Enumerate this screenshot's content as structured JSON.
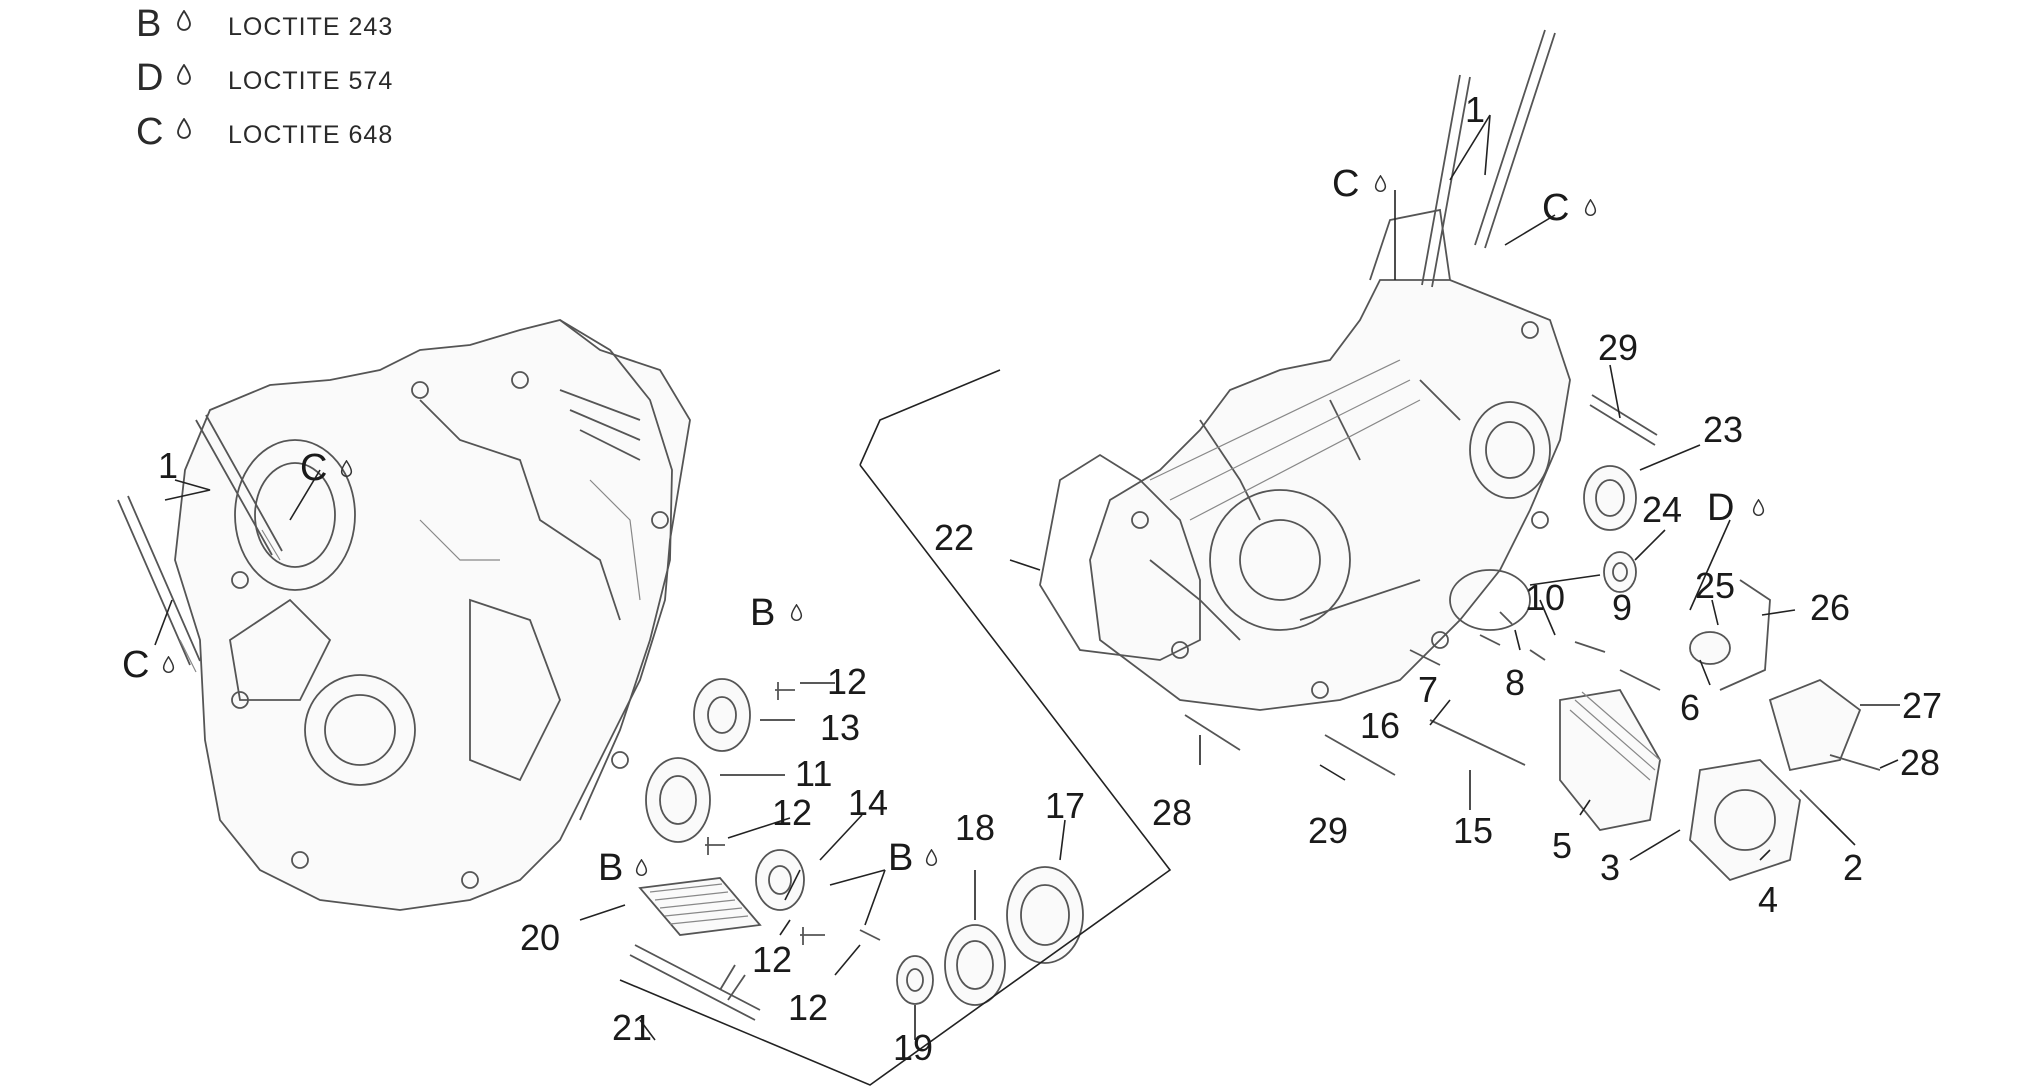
{
  "legend": [
    {
      "letter": "B",
      "text": "LOCTITE 243"
    },
    {
      "letter": "D",
      "text": "LOCTITE 574"
    },
    {
      "letter": "C",
      "text": "LOCTITE 648"
    }
  ],
  "icons": {
    "drop": "droplet-icon"
  },
  "colors": {
    "ink": "#1a1a1a",
    "line": "#555555",
    "background": "#ffffff"
  },
  "callouts": {
    "c1": "1",
    "c2": "1",
    "c3": "2",
    "c4": "3",
    "c5": "4",
    "c6": "5",
    "c7": "6",
    "c8": "7",
    "c9": "8",
    "c10": "9",
    "c11": "10",
    "c12": "11",
    "c13": "12",
    "c14": "12",
    "c15": "12",
    "c16": "12",
    "c17": "13",
    "c18": "14",
    "c19": "15",
    "c20": "16",
    "c21": "17",
    "c22": "18",
    "c23": "19",
    "c24": "20",
    "c25": "21",
    "c26": "22",
    "c27": "23",
    "c28": "24",
    "c29": "25",
    "c30": "26",
    "c31": "27",
    "c32": "28",
    "c33": "28",
    "c34": "29",
    "c35": "29"
  },
  "compound_marks": {
    "m1": "C",
    "m2": "C",
    "m3": "C",
    "m4": "C",
    "m5": "B",
    "m6": "B",
    "m7": "B",
    "m8": "D"
  }
}
